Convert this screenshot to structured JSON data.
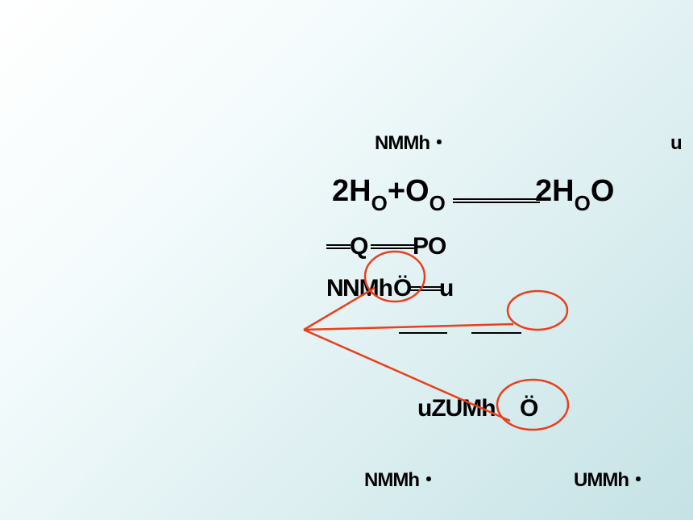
{
  "labels": {
    "top_left": "NMMh・",
    "top_right": "u",
    "eq_left": "2H",
    "eq_sub1": "O",
    "eq_plus": "+O",
    "eq_sub2": "O",
    "eq_right": "2H",
    "eq_sub3": "O",
    "eq_end": "O",
    "line3": "Q",
    "line3_end": "PO",
    "line4": "NMh",
    "line4_o": "Ö",
    "line4_end": "u",
    "line5": "uZUMh",
    "line5_o": "Ö",
    "bottom_left": "NMMh・",
    "bottom_right": "UMMh・"
  },
  "colors": {
    "annotation": "#e8401c",
    "text": "#000000"
  }
}
